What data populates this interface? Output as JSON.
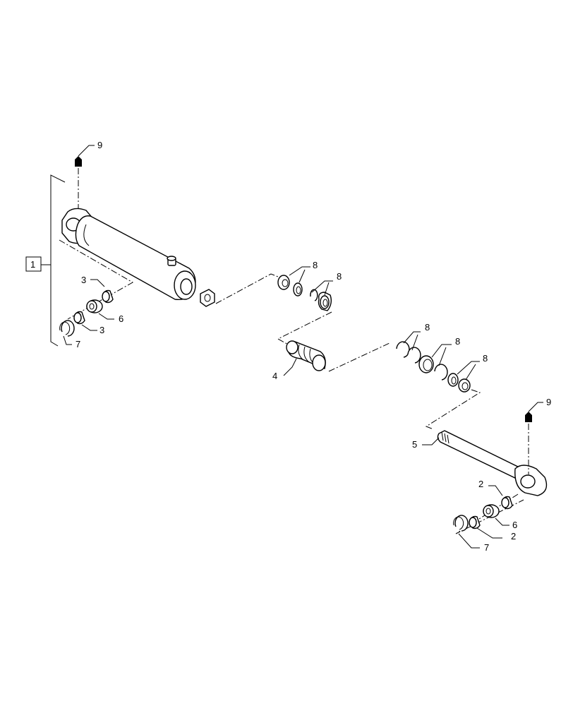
{
  "diagram": {
    "callouts": {
      "assembly": "1",
      "c2a": "2",
      "c2b": "2",
      "c3a": "3",
      "c3b": "3",
      "c4": "4",
      "c5": "5",
      "c6a": "6",
      "c6b": "6",
      "c7a": "7",
      "c7b": "7",
      "c8a": "8",
      "c8b": "8",
      "c8c": "8",
      "c8d": "8",
      "c8e": "8",
      "c9a": "9",
      "c9b": "9"
    }
  }
}
